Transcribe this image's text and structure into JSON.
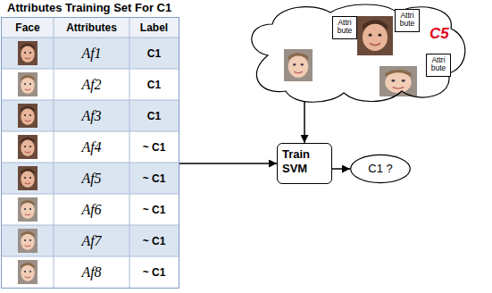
{
  "diagram": {
    "nodes": [
      {
        "text": [
          "Attributes Training Set For C1"
        ]
      },
      {
        "text": [
          "C5"
        ]
      },
      {
        "text": [
          "Attri bute"
        ],
        "in": 1
      },
      {
        "text": [
          "Attri bute"
        ],
        "in": 1
      },
      {
        "text": [
          "Attri bute"
        ],
        "in": 1
      },
      {
        "text": [
          "Train SVM"
        ]
      },
      {
        "text": [
          "C1 ?"
        ]
      }
    ],
    "edges": [
      {
        "from": 0,
        "to": 5,
        "arrow": "to"
      },
      {
        "from": 1,
        "to": 5,
        "arrow": "to"
      },
      {
        "from": 5,
        "to": 6,
        "arrow": "to"
      }
    ],
    "labels": [
      "Face",
      "Attributes",
      "Label",
      "Af1",
      "C1",
      "Af2",
      "C1",
      "Af3",
      "C1",
      "Af4",
      "~ C1",
      "Af5",
      "~ C1",
      "Af6",
      "~ C1",
      "Af7",
      "~ C1",
      "Af8",
      "~ C1"
    ]
  }
}
